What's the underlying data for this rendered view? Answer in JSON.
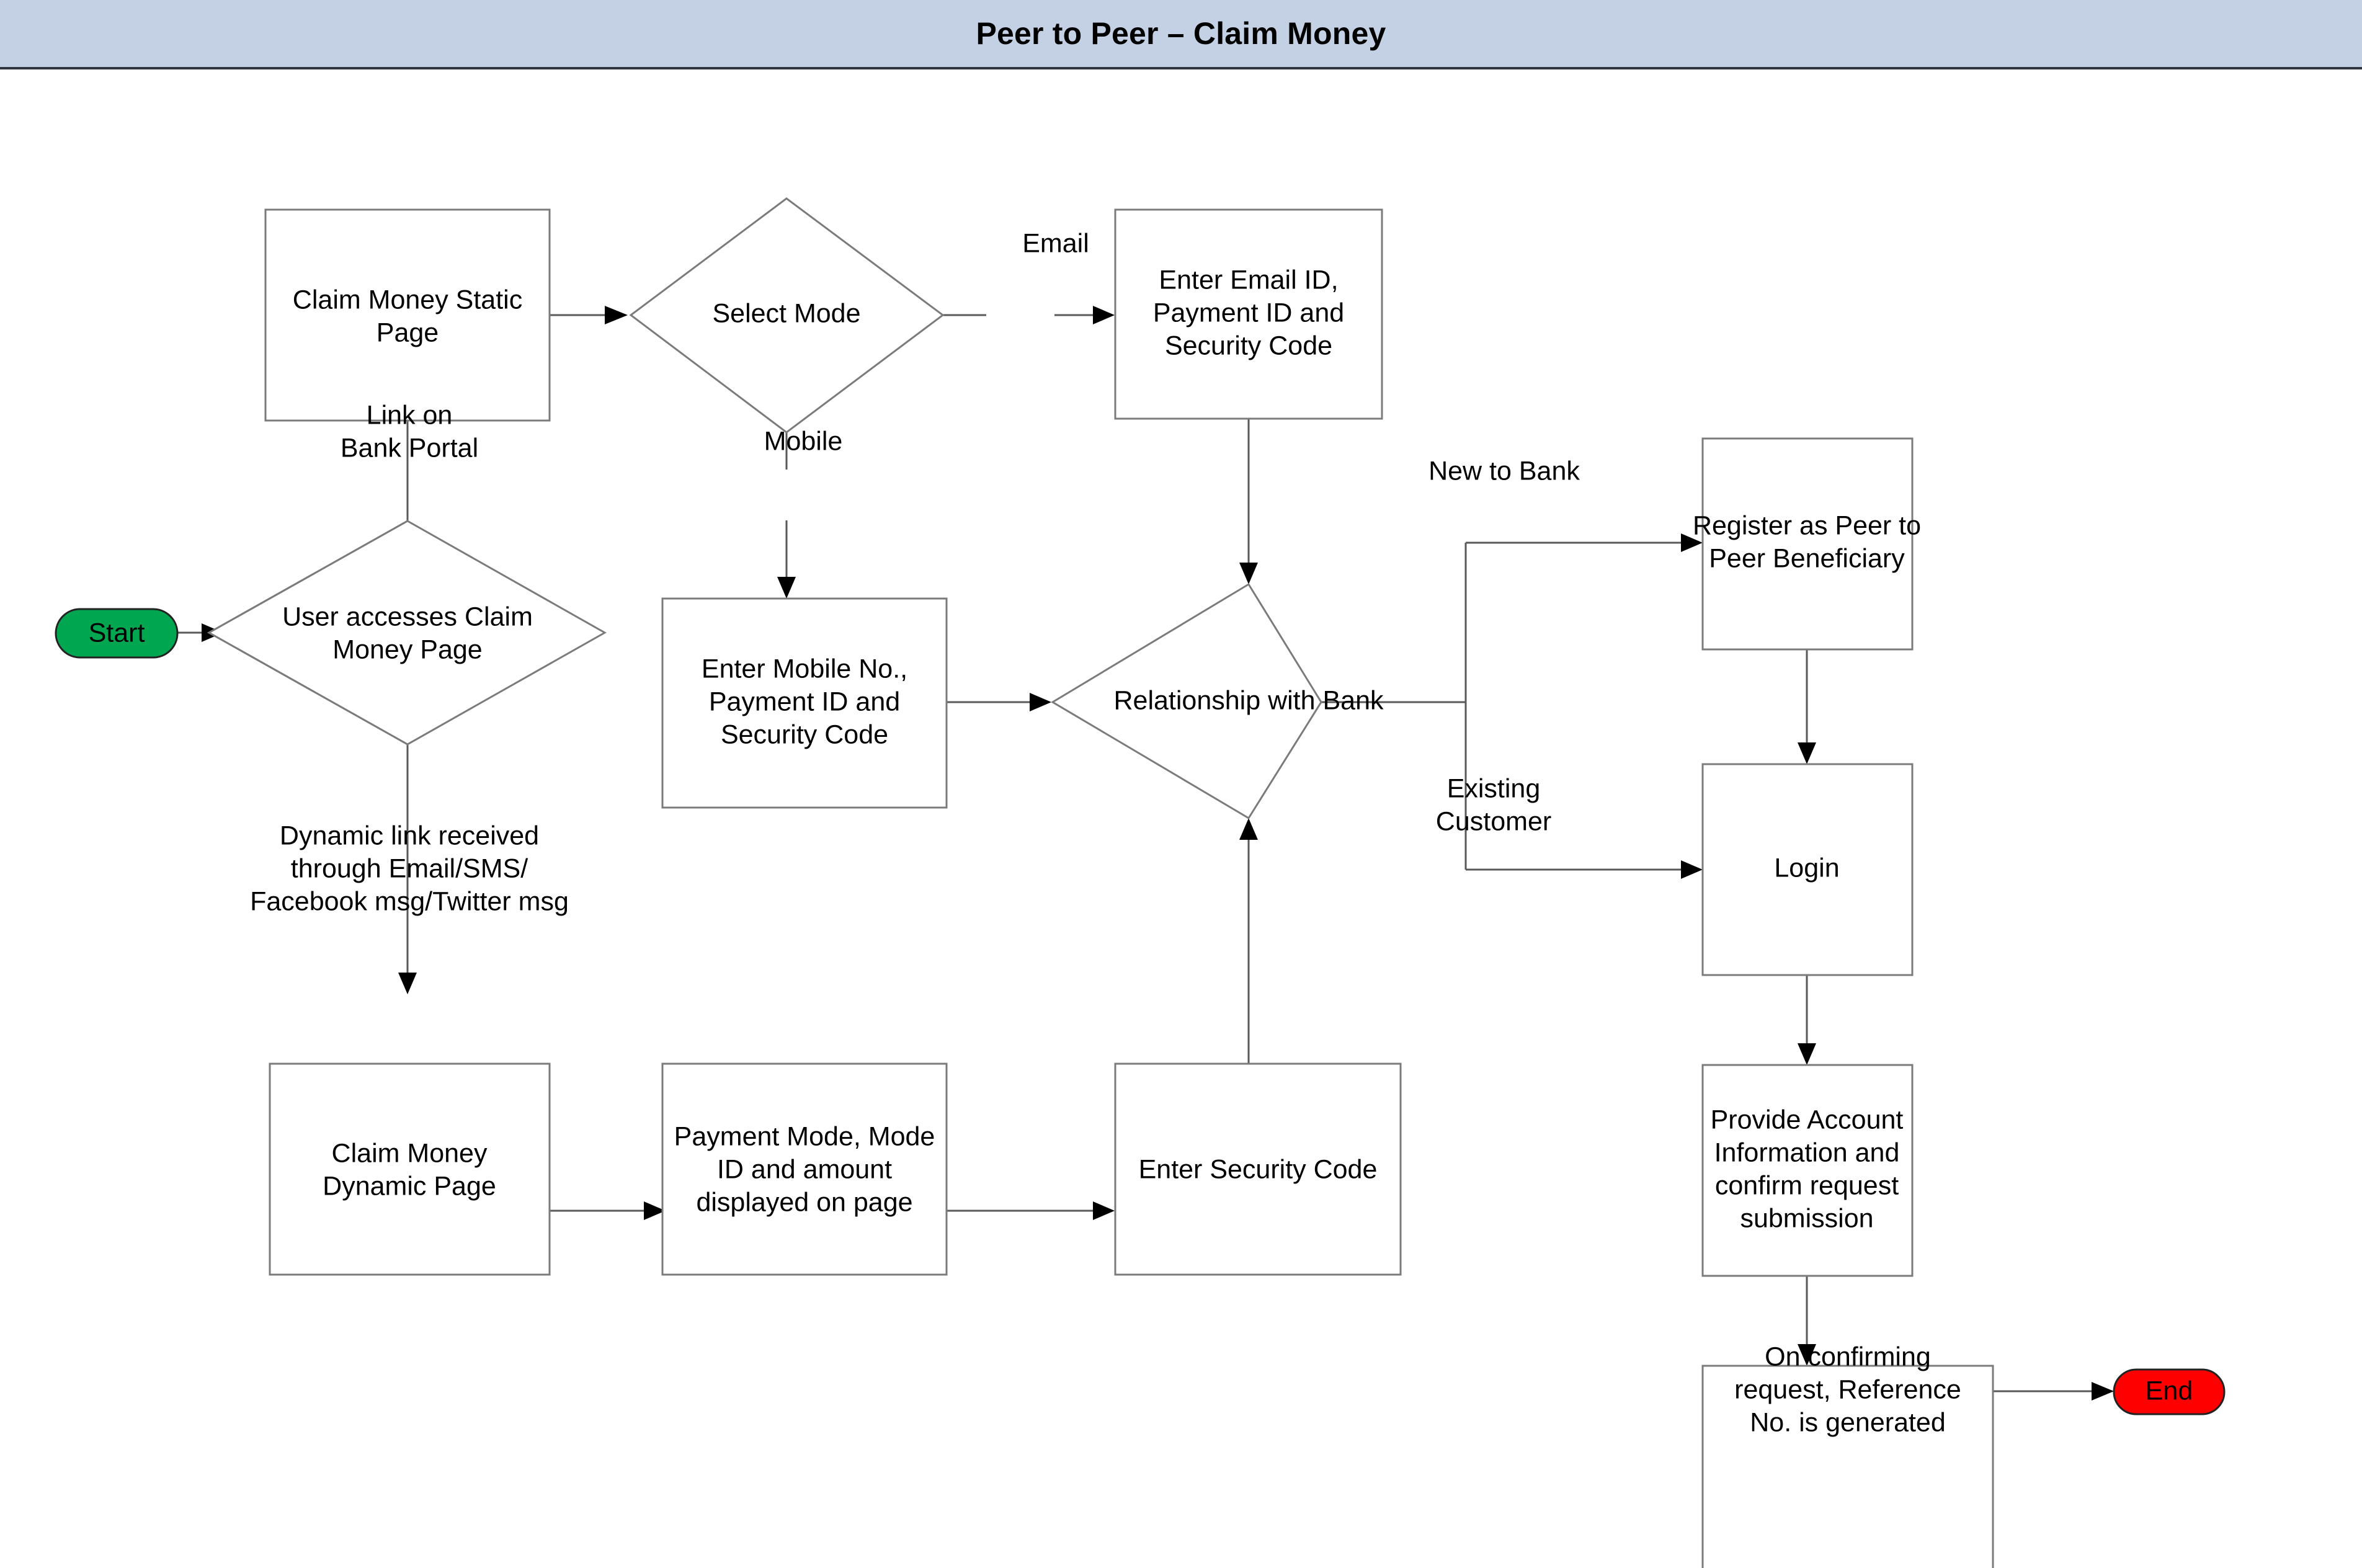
{
  "window": {
    "title": "Peer to Peer – Claim Money",
    "titlebar_color": "#c4d0e3",
    "canvas_color": "#ffffff"
  },
  "diagram": {
    "type": "flowchart",
    "orientation": "left-to-right",
    "colors": {
      "start_fill": "#00a650",
      "end_fill": "#fe0000",
      "node_fill": "#ffffff",
      "node_stroke": "#7b7b7b",
      "connector_stroke": "#595959",
      "text": "#000000"
    },
    "nodes": {
      "start": {
        "label": "Start",
        "shape": "terminator"
      },
      "claim_static": {
        "label": "Claim Money Static Page",
        "shape": "process"
      },
      "select_mode": {
        "label": "Select Mode",
        "shape": "decision"
      },
      "enter_email": {
        "label": "Enter Email ID, Payment ID and Security Code",
        "shape": "process"
      },
      "user_accesses": {
        "label": "User accesses Claim Money Page",
        "shape": "decision"
      },
      "enter_mobile": {
        "label": "Enter Mobile No., Payment ID and Security Code",
        "shape": "process"
      },
      "relationship": {
        "label": "Relationship with Bank",
        "shape": "decision"
      },
      "register_peer": {
        "label": "Register as Peer to Peer Beneficiary",
        "shape": "process"
      },
      "login": {
        "label": "Login",
        "shape": "process"
      },
      "provide_account": {
        "label": "Provide Account Information and confirm request submission",
        "shape": "process"
      },
      "reference_no": {
        "label": "On confirming request, Reference No. is generated",
        "shape": "process"
      },
      "claim_dynamic": {
        "label": "Claim Money Dynamic Page",
        "shape": "process"
      },
      "payment_mode": {
        "label": "Payment Mode, Mode ID and amount displayed on page",
        "shape": "process"
      },
      "enter_security": {
        "label": "Enter Security Code",
        "shape": "process"
      },
      "end": {
        "label": "End",
        "shape": "terminator"
      }
    },
    "node_lines": {
      "claim_static": [
        "Claim Money Static",
        "Page"
      ],
      "select_mode": [
        "Select Mode"
      ],
      "enter_email": [
        "Enter Email ID,",
        "Payment ID and",
        "Security Code"
      ],
      "user_accesses": [
        "User accesses Claim",
        "Money Page"
      ],
      "enter_mobile": [
        "Enter Mobile No.,",
        "Payment ID and",
        "Security Code"
      ],
      "relationship": [
        "Relationship with Bank"
      ],
      "register_peer": [
        "Register as Peer to",
        "Peer Beneficiary"
      ],
      "login": [
        "Login"
      ],
      "provide_account": [
        "Provide Account",
        "Information and",
        "confirm request",
        "submission"
      ],
      "reference_no": [
        "On confirming",
        "request, Reference",
        "No. is generated"
      ],
      "claim_dynamic": [
        "Claim Money",
        "Dynamic Page"
      ],
      "payment_mode": [
        "Payment Mode, Mode",
        "ID and amount",
        "displayed on page"
      ],
      "enter_security": [
        "Enter Security Code"
      ],
      "start": [
        "Start"
      ],
      "end": [
        "End"
      ]
    },
    "edge_labels": {
      "link_on_bank_portal": [
        "Link on",
        "Bank Portal"
      ],
      "dynamic_link": [
        "Dynamic link received",
        "through Email/SMS/",
        "Facebook msg/Twitter msg"
      ],
      "email": [
        "Email"
      ],
      "mobile": [
        "Mobile"
      ],
      "new_to_bank": [
        "New to Bank"
      ],
      "existing_customer": [
        "Existing",
        "Customer"
      ]
    },
    "edges": [
      {
        "from": "start",
        "to": "user_accesses",
        "label": ""
      },
      {
        "from": "user_accesses",
        "to": "claim_static",
        "label": "Link on Bank Portal"
      },
      {
        "from": "user_accesses",
        "to": "claim_dynamic",
        "label": "Dynamic link received through Email/SMS/Facebook msg/Twitter msg"
      },
      {
        "from": "claim_static",
        "to": "select_mode",
        "label": ""
      },
      {
        "from": "select_mode",
        "to": "enter_email",
        "label": "Email"
      },
      {
        "from": "select_mode",
        "to": "enter_mobile",
        "label": "Mobile"
      },
      {
        "from": "enter_email",
        "to": "relationship",
        "label": ""
      },
      {
        "from": "enter_mobile",
        "to": "relationship",
        "label": ""
      },
      {
        "from": "relationship",
        "to": "register_peer",
        "label": "New to Bank"
      },
      {
        "from": "relationship",
        "to": "login",
        "label": "Existing Customer"
      },
      {
        "from": "register_peer",
        "to": "login",
        "label": ""
      },
      {
        "from": "login",
        "to": "provide_account",
        "label": ""
      },
      {
        "from": "provide_account",
        "to": "reference_no",
        "label": ""
      },
      {
        "from": "reference_no",
        "to": "end",
        "label": ""
      },
      {
        "from": "claim_dynamic",
        "to": "payment_mode",
        "label": ""
      },
      {
        "from": "payment_mode",
        "to": "enter_security",
        "label": ""
      },
      {
        "from": "enter_security",
        "to": "relationship",
        "label": ""
      }
    ]
  }
}
